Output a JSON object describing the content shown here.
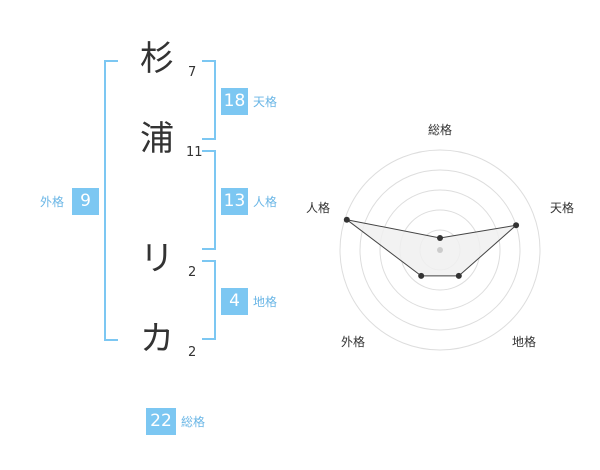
{
  "name_chars": [
    {
      "char": "杉",
      "strokes": "7"
    },
    {
      "char": "浦",
      "strokes": "11"
    },
    {
      "char": "リ",
      "strokes": "2"
    },
    {
      "char": "カ",
      "strokes": "2"
    }
  ],
  "kakusu": {
    "tenkaku": {
      "value": "18",
      "label": "天格"
    },
    "jinkaku": {
      "value": "13",
      "label": "人格"
    },
    "chikaku": {
      "value": "4",
      "label": "地格"
    },
    "gaikaku": {
      "value": "9",
      "label": "外格"
    },
    "soukaku": {
      "value": "22",
      "label": "総格"
    }
  },
  "radar": {
    "axes": [
      "総格",
      "天格",
      "地格",
      "外格",
      "人格"
    ],
    "values": [
      0.12,
      0.8,
      0.32,
      0.32,
      0.98
    ]
  },
  "colors": {
    "accent": "#7cc7f2",
    "label": "#6ab6e6",
    "ring": "#dddddd",
    "polygon": "#444444"
  }
}
